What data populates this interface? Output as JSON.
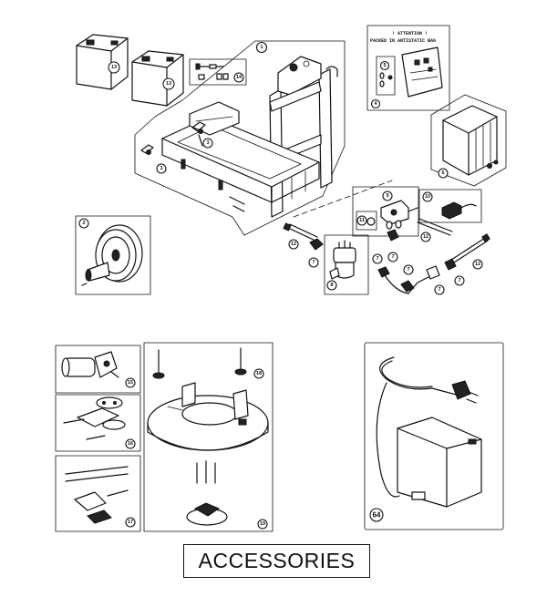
{
  "title": "ACCESSORIES",
  "notice": {
    "line1": "! ATTENTION !",
    "line2": "PACKED IN ANTISTATIC BAG"
  },
  "callouts": {
    "frame": "1",
    "wheel": "2",
    "bracket_a": "3",
    "bracket_b": "3",
    "pcb": "4",
    "fuse_set": "5",
    "cover": "6",
    "fitting_a": "7",
    "fitting_b": "7",
    "fitting_c": "7",
    "fitting_d": "7",
    "fitting_e": "7",
    "fitting_f": "7",
    "filter": "8",
    "valve": "9",
    "connector": "10",
    "solenoid": "11",
    "hose_a": "12",
    "hose_b": "12",
    "hose_c": "12",
    "battery_a": "13",
    "battery_b": "13",
    "cable_kit": "14",
    "motor_kit": "15",
    "plate_kit": "16",
    "brush_kit": "17",
    "pad_holder": "18",
    "deck_kit": "19",
    "charger": "64"
  }
}
